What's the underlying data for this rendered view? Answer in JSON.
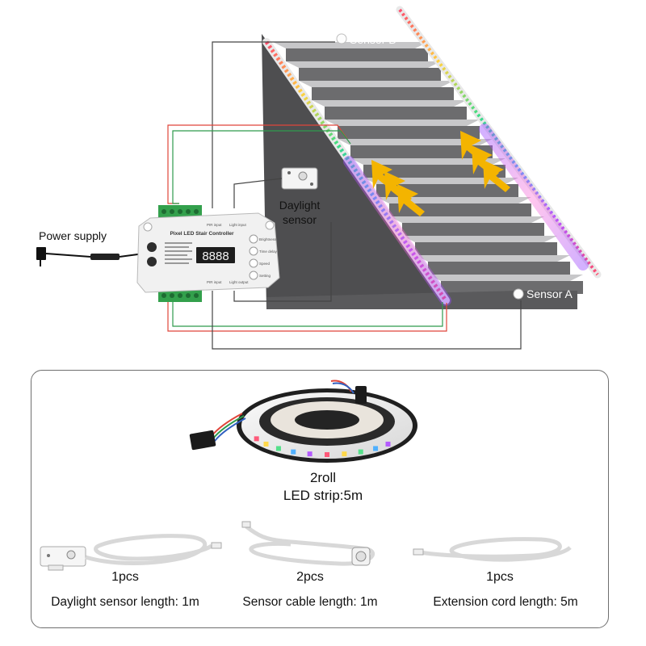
{
  "diagram": {
    "sensor_b_label": "Sensor B",
    "sensor_a_label": "Sensor A",
    "daylight_sensor_label_line1": "Daylight",
    "daylight_sensor_label_line2": "sensor",
    "power_supply_label": "Power supply",
    "controller": {
      "title": "Pixel LED Stair Controller",
      "display": "8888",
      "button_labels": [
        "Brightness",
        "Time delay",
        "Speed",
        "Setting"
      ],
      "top_port_labels": [
        "PIR input",
        "Light input"
      ],
      "bottom_port_labels": [
        "PIR input",
        "Light output"
      ]
    },
    "colors": {
      "stair_face": "#5b5b5d",
      "stair_tread": "#c7c7c9",
      "arrow": "#f4b400",
      "wire_red": "#e0453a",
      "wire_green": "#2e9a4c",
      "controller_body": "#f1f1f1",
      "terminal_green": "#33a04c"
    }
  },
  "package": {
    "led_strip": {
      "qty": "2roll",
      "desc": "LED strip:5m"
    },
    "items": [
      {
        "qty": "1pcs",
        "desc": "Daylight sensor length: 1m"
      },
      {
        "qty": "2pcs",
        "desc": "Sensor cable length: 1m"
      },
      {
        "qty": "1pcs",
        "desc": "Extension cord length: 5m"
      }
    ]
  }
}
